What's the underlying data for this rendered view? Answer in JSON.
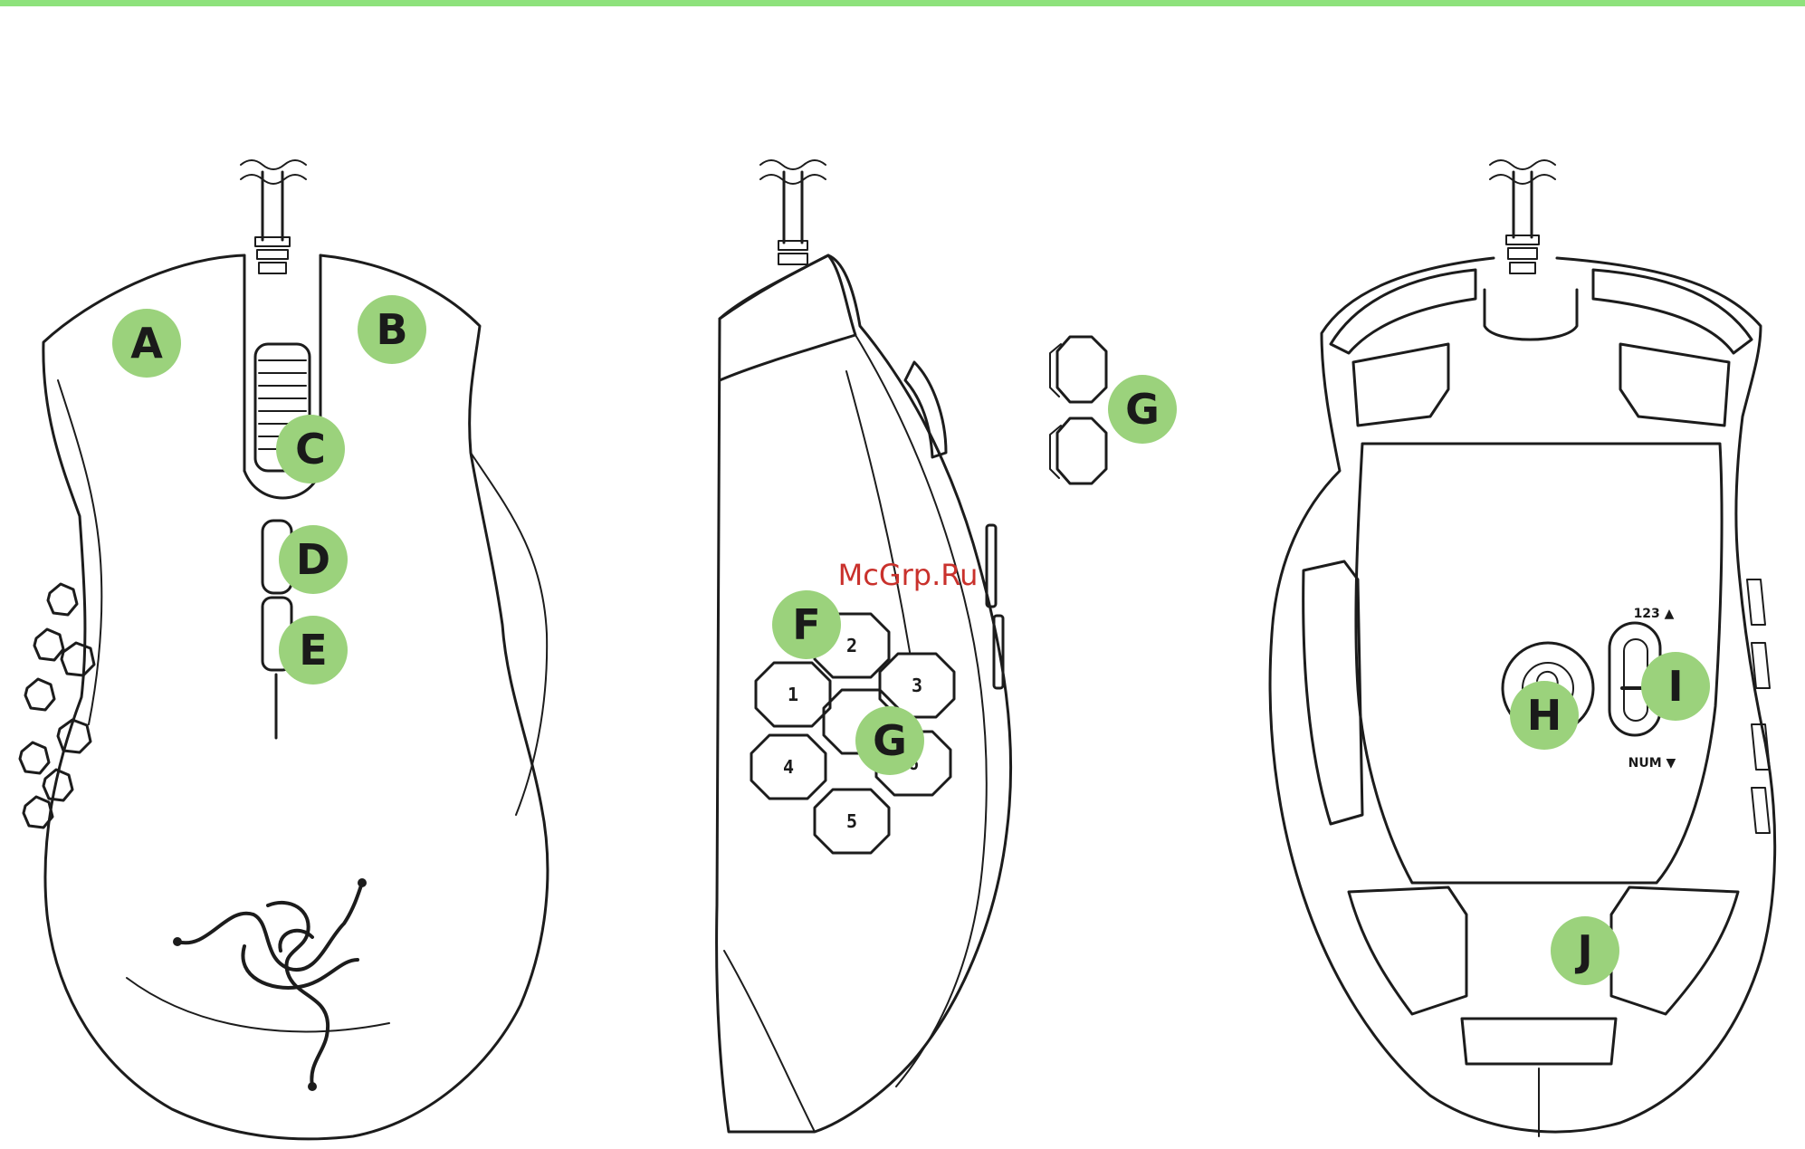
{
  "watermark": "McGrp.Ru",
  "colors": {
    "accent": "#8ee27c",
    "badge": "#9bd27c",
    "watermark": "#c9312c"
  },
  "badges": {
    "A": "A",
    "B": "B",
    "C": "C",
    "D": "D",
    "E": "E",
    "F": "F",
    "G_side": "G",
    "G_caps": "G",
    "H": "H",
    "I": "I",
    "J": "J"
  },
  "side_keys": [
    "1",
    "2",
    "3",
    "4",
    "5",
    "6"
  ],
  "switch_labels": {
    "top": "123 ▲",
    "bottom": "NUM ▼"
  }
}
